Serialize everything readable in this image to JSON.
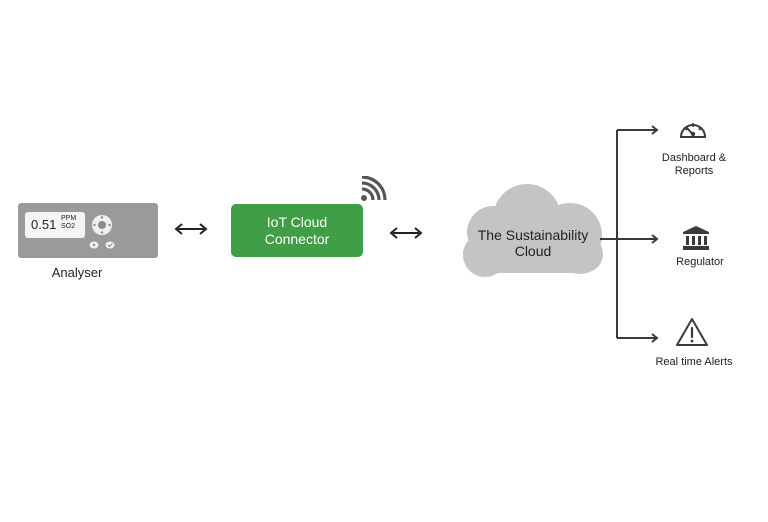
{
  "analyser": {
    "reading": "0.51",
    "unit_top": "PPM",
    "unit_bottom": "SO2",
    "label": "Analyser"
  },
  "connector": {
    "line1": "IoT Cloud",
    "line2": "Connector"
  },
  "cloud": {
    "line1": "The Sustainability",
    "line2": "Cloud"
  },
  "outputs": [
    {
      "line1": "Dashboard &",
      "line2": "Reports",
      "icon": "gauge-icon"
    },
    {
      "line1": "Regulator",
      "icon": "bank-icon"
    },
    {
      "line1": "Real time Alerts",
      "icon": "warning-icon"
    }
  ],
  "colors": {
    "connector_green": "#3f9e46",
    "analyser_grey": "#9a9a9a",
    "cloud_grey": "#c4c4c4",
    "line_dark": "#3a3a3a"
  }
}
